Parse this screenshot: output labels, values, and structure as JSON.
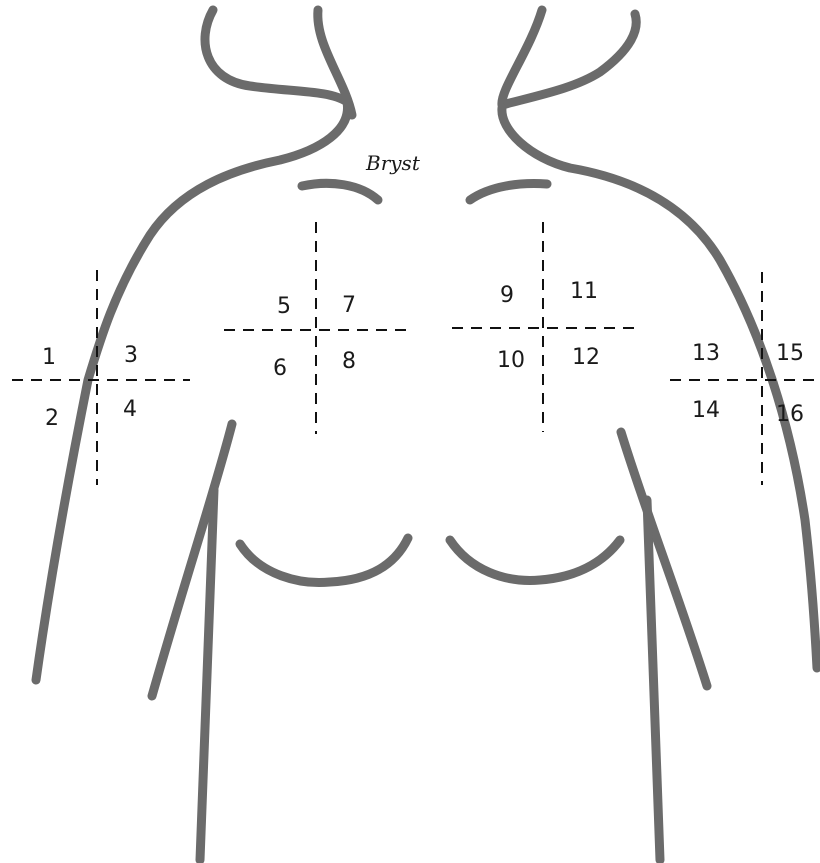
{
  "title": "Bryst",
  "quadrant_labels": [
    "1",
    "2",
    "3",
    "4",
    "5",
    "6",
    "7",
    "8",
    "9",
    "10",
    "11",
    "12",
    "13",
    "14",
    "15",
    "16"
  ],
  "colors": {
    "outline": "#6b6b6b",
    "crosshair": "#111111",
    "background": "#ffffff"
  }
}
